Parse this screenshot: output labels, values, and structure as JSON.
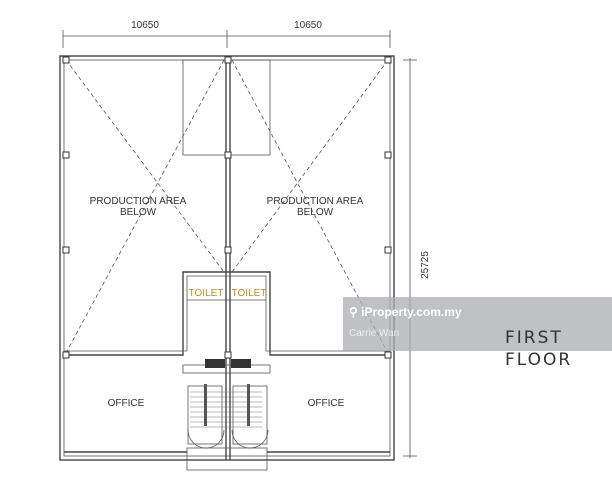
{
  "dimensions": {
    "top_left": "10650",
    "top_right": "10650",
    "right": "25725"
  },
  "rooms": {
    "production_left": [
      "PRODUCTION AREA",
      "BELOW"
    ],
    "production_right": [
      "PRODUCTION AREA",
      "BELOW"
    ],
    "toilet_left": "TOILET",
    "toilet_right": "TOILET",
    "office_left": "OFFICE",
    "office_right": "OFFICE"
  },
  "watermark": {
    "brand": "iProperty.com.my",
    "agent": "Carrie Wan"
  },
  "floor_label": [
    "FIRST",
    "FLOOR"
  ]
}
